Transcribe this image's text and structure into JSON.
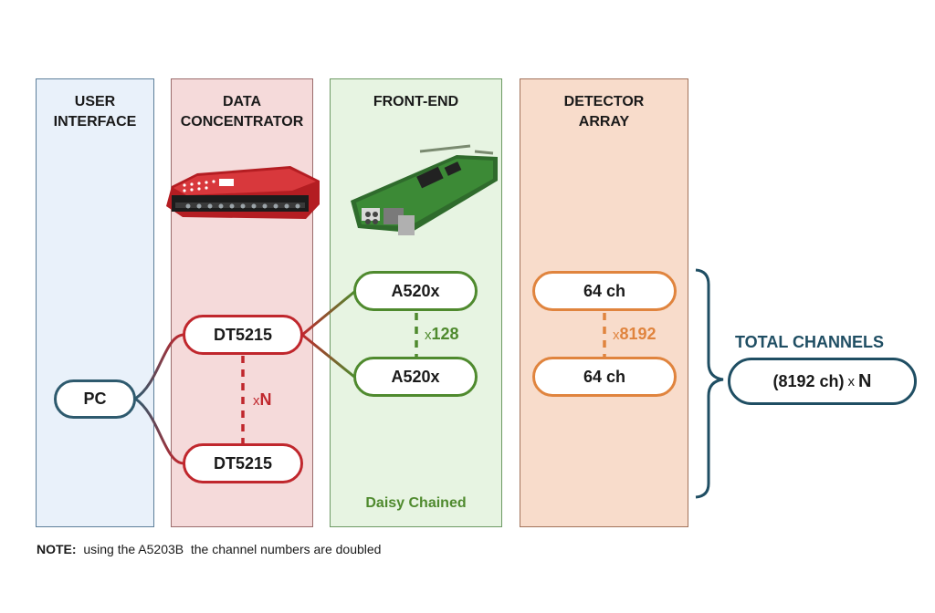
{
  "columns": {
    "user_interface": "USER\nINTERFACE",
    "data_concentrator": "DATA\nCONCENTRATOR",
    "front_end": "FRONT-END",
    "detector_array": "DETECTOR\nARRAY"
  },
  "nodes": {
    "pc": "PC",
    "dt5215_top": "DT5215",
    "dt5215_bottom": "DT5215",
    "a520x_top": "A520x",
    "a520x_bottom": "A520x",
    "ch_top": "64 ch",
    "ch_bottom": "64 ch",
    "total": {
      "prefix": "(8192 ch)",
      "x": "x",
      "n": "N"
    }
  },
  "multipliers": {
    "dt5215": {
      "x": "x",
      "value": "N"
    },
    "a520x": {
      "x": "x",
      "value": "128"
    },
    "channels": {
      "x": "x",
      "value": "8192"
    }
  },
  "daisy_chained": "Daisy Chained",
  "total_label": "TOTAL CHANNELS",
  "note": {
    "bold": "NOTE:",
    "text": "  using the A5203B  the channel numbers are doubled"
  },
  "colors": {
    "ui": "#2e5a6e",
    "dc": "#c0272d",
    "fe": "#4f8a2e",
    "da": "#e0843e",
    "total": "#1f4e63"
  },
  "images": {
    "dt5215_device": "red-data-concentrator-device",
    "a520x_board": "green-front-end-board"
  }
}
